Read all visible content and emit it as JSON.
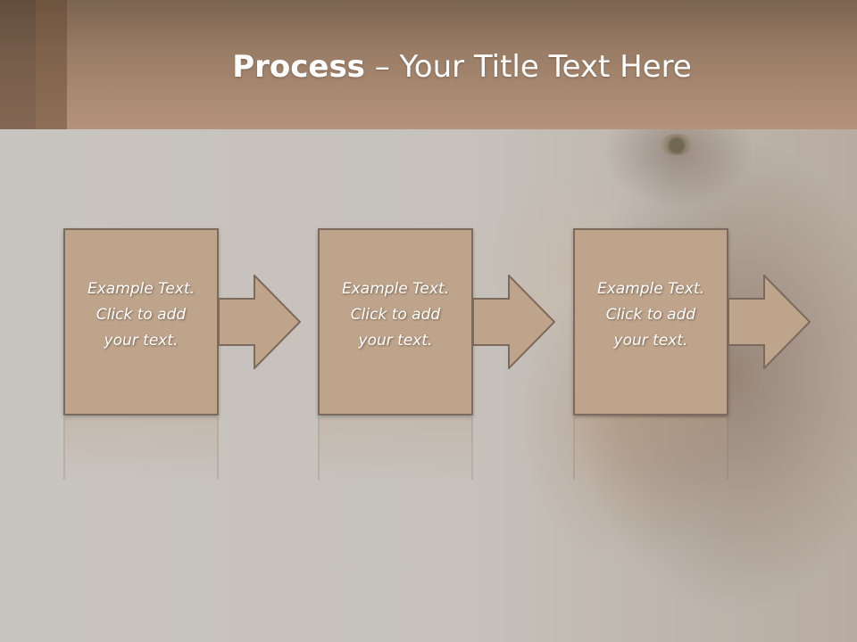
{
  "slide": {
    "title_bold": "Process",
    "title_rest": " – Your Title Text Here"
  },
  "process": {
    "steps": [
      {
        "text": "Example Text.\nClick  to add\nyour text."
      },
      {
        "text": "Example Text.\nClick  to add\nyour text."
      },
      {
        "text": "Example Text.\nClick  to add\nyour text."
      }
    ]
  },
  "colors": {
    "header": "#9a7d66",
    "box_fill": "#bea48b",
    "box_border": "#7c6a5c",
    "text": "#ffffff"
  },
  "icons": [
    "right-arrow-icon"
  ]
}
